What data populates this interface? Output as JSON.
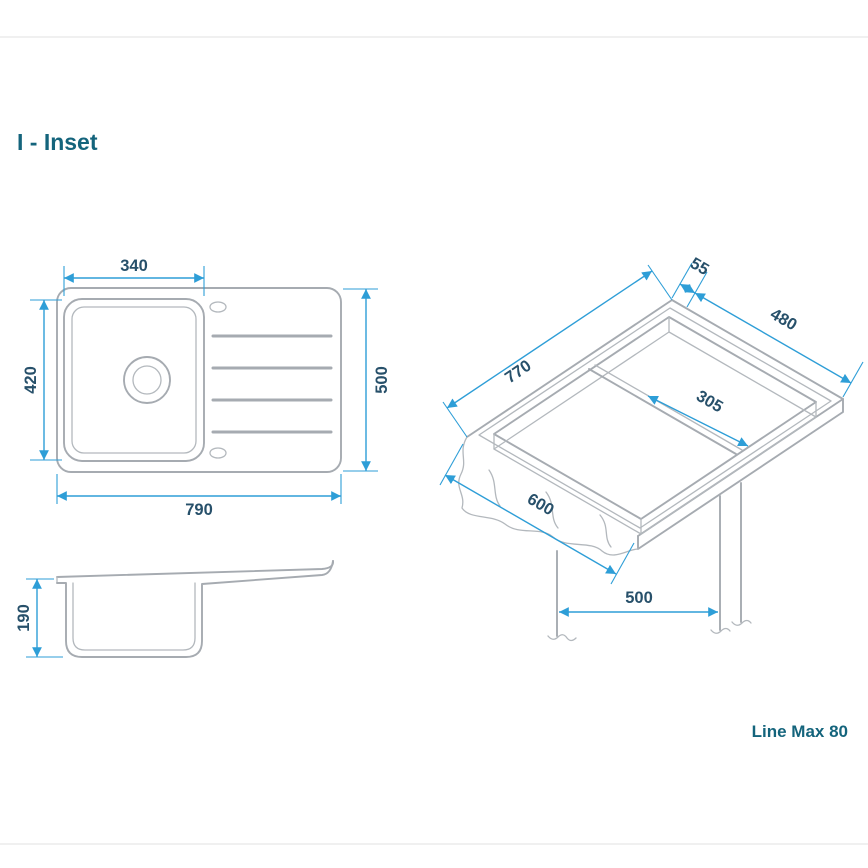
{
  "title": "I - Inset",
  "product_name": "Line Max 80",
  "colors": {
    "accent_text": "#14647c",
    "dimension_text": "#27506a",
    "dimension_line": "#2e9ed7",
    "drawing_line": "#a6abb1"
  },
  "top_view": {
    "bowl_width": "340",
    "bowl_depth": "420",
    "overall_depth": "500",
    "overall_width": "790"
  },
  "side_view": {
    "bowl_height": "190"
  },
  "iso_view": {
    "rim_offset": "55",
    "cutout_width": "480",
    "cutout_length": "770",
    "bowl_inner_width": "305",
    "worktop_depth": "600",
    "cabinet_width": "500"
  }
}
